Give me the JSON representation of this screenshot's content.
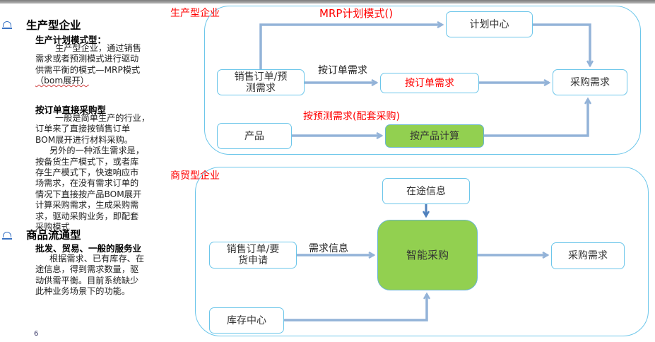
{
  "left_panel": {
    "sections": [
      {
        "title": "生产型企业",
        "subsections": [
          {
            "heading": "生产计划模式型：",
            "lines": [
              "生产型企业，通过销售",
              "需求或者预测模式进行驱动",
              "供需平衡的模式—MRP模式",
              "（bom展开）"
            ]
          },
          {
            "heading": "按订单直接采购型",
            "lines": [
              "一般是简单生产的行业，",
              "订单来了直接按销售订单",
              "BOM展开进行材料采购。",
              "另外的一种派生需求是，",
              "按备货生产模式下，或者库",
              "存生产模式下，快速响应市",
              "场需求，在没有需求订单的",
              "情况下直接按产品BOM展开",
              "计算采购需求，生成采购需",
              "求，驱动采购业务，即配套",
              "采购模式"
            ]
          }
        ]
      },
      {
        "title": "商品流通型",
        "subsections": [
          {
            "heading": "批发、贸易、一般的服务业",
            "lines": [
              "根据需求、已有库存、在",
              "途信息，得到需求数量，驱",
              "动供需平衡。目前系统缺少",
              "此种业务场景下的功能。"
            ]
          }
        ]
      }
    ],
    "page_number": "6"
  },
  "diagram": {
    "manufacturing": {
      "label": "生产型企业",
      "mrp_label": "MRP计划模式()",
      "nodes": {
        "sales_forecast": "销售订单/预测需求",
        "sales_forecast_l1": "销售订单/预",
        "sales_forecast_l2": "测需求",
        "planning_center": "计划中心",
        "by_order_demand": "按订单需求",
        "purchase_demand": "采购需求",
        "product": "产品",
        "by_product_calc": "按产品计算"
      },
      "edges": {
        "by_order_label": "按订单需求",
        "by_forecast_label": "按预测需求(配套采购)"
      }
    },
    "trading": {
      "label": "商贸型企业",
      "nodes": {
        "in_transit": "在途信息",
        "sales_requisition_l1": "销售订单/要",
        "sales_requisition_l2": "货申请",
        "smart_purchase": "智能采购",
        "purchase_demand": "采购需求",
        "inventory_center": "库存中心"
      },
      "edges": {
        "demand_info_label": "需求信息"
      }
    }
  },
  "colors": {
    "accent_red": "#ff0000",
    "container_border": "#6cc6ea",
    "arrow": "#93b3d8",
    "green_fill": "#92d050"
  }
}
